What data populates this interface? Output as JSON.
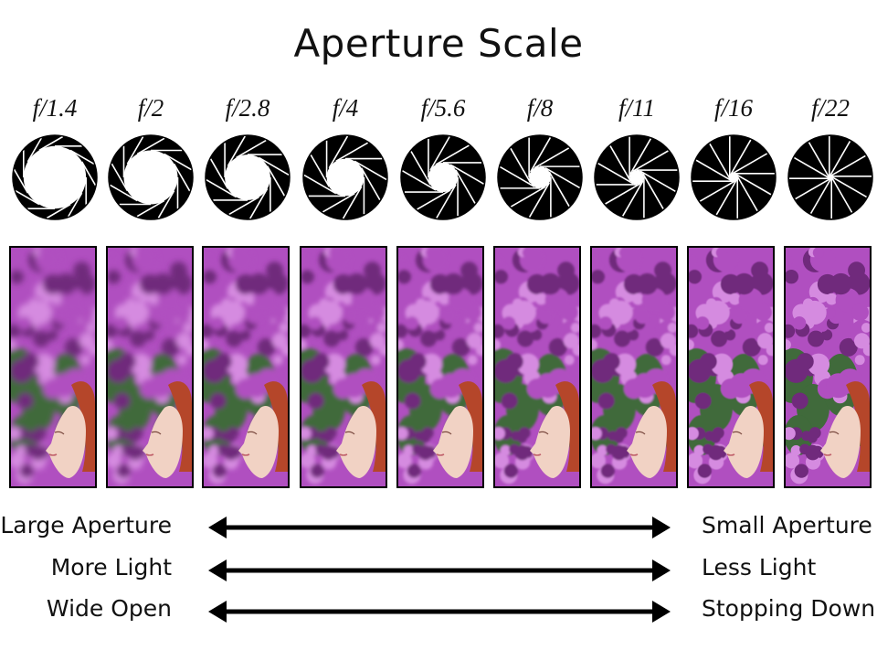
{
  "title": "Aperture Scale",
  "stops": [
    {
      "label": "f/1.4",
      "value": 1.4
    },
    {
      "label": "f/2",
      "value": 2
    },
    {
      "label": "f/2.8",
      "value": 2.8
    },
    {
      "label": "f/4",
      "value": 4
    },
    {
      "label": "f/5.6",
      "value": 5.6
    },
    {
      "label": "f/8",
      "value": 8
    },
    {
      "label": "f/11",
      "value": 11
    },
    {
      "label": "f/16",
      "value": 16
    },
    {
      "label": "f/22",
      "value": 22
    }
  ],
  "rows": [
    {
      "left": "Large Aperture",
      "right": "Small Aperture"
    },
    {
      "left": "More Light",
      "right": "Less Light"
    },
    {
      "left": "Wide Open",
      "right": "Stopping Down"
    }
  ],
  "colors": {
    "blossom": "#b04fc0",
    "blossom_dark": "#6f2a7c",
    "blossom_light": "#d58be0",
    "leaf": "#3f6b3a",
    "hair": "#b5462a",
    "skin": "#f1d2c4"
  }
}
